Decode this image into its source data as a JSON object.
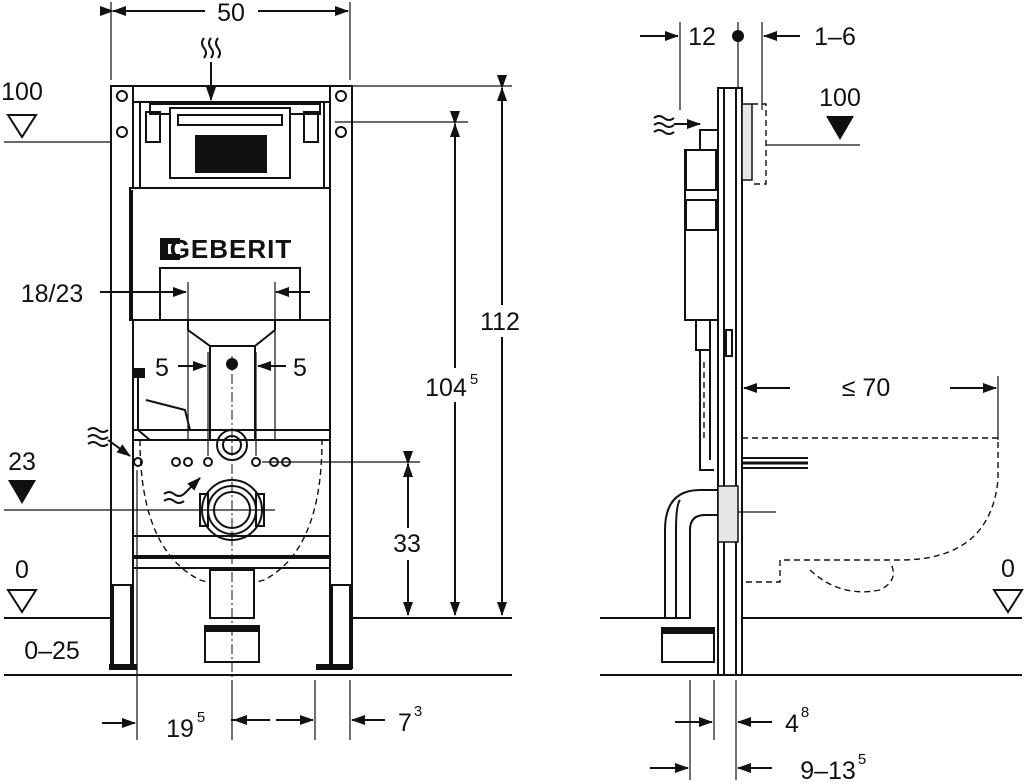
{
  "front_view": {
    "brand_logo": "GEBERIT",
    "dimensions": {
      "width_top": "50",
      "flush_plate_level": "100",
      "waste_level": "23",
      "floor_level": "0",
      "floor_buildup": "0–25",
      "total_height": "112",
      "height_main": "104",
      "height_main_sup": "5",
      "drain_height": "33",
      "flush_pipe_spacing": "18/23",
      "offset_left": "5",
      "offset_right": "5",
      "foot_offset": "19",
      "foot_offset_sup": "5",
      "foot_depth": "7",
      "foot_depth_sup": "3"
    }
  },
  "side_view": {
    "dimensions": {
      "top_offset": "12",
      "wall_finish": "1–6",
      "flush_plate_level": "100",
      "bowl_projection": "≤ 70",
      "floor_level": "0",
      "frame_depth": "4",
      "frame_depth_sup": "8",
      "installation_depth": "9–13",
      "installation_depth_sup": "5"
    }
  }
}
